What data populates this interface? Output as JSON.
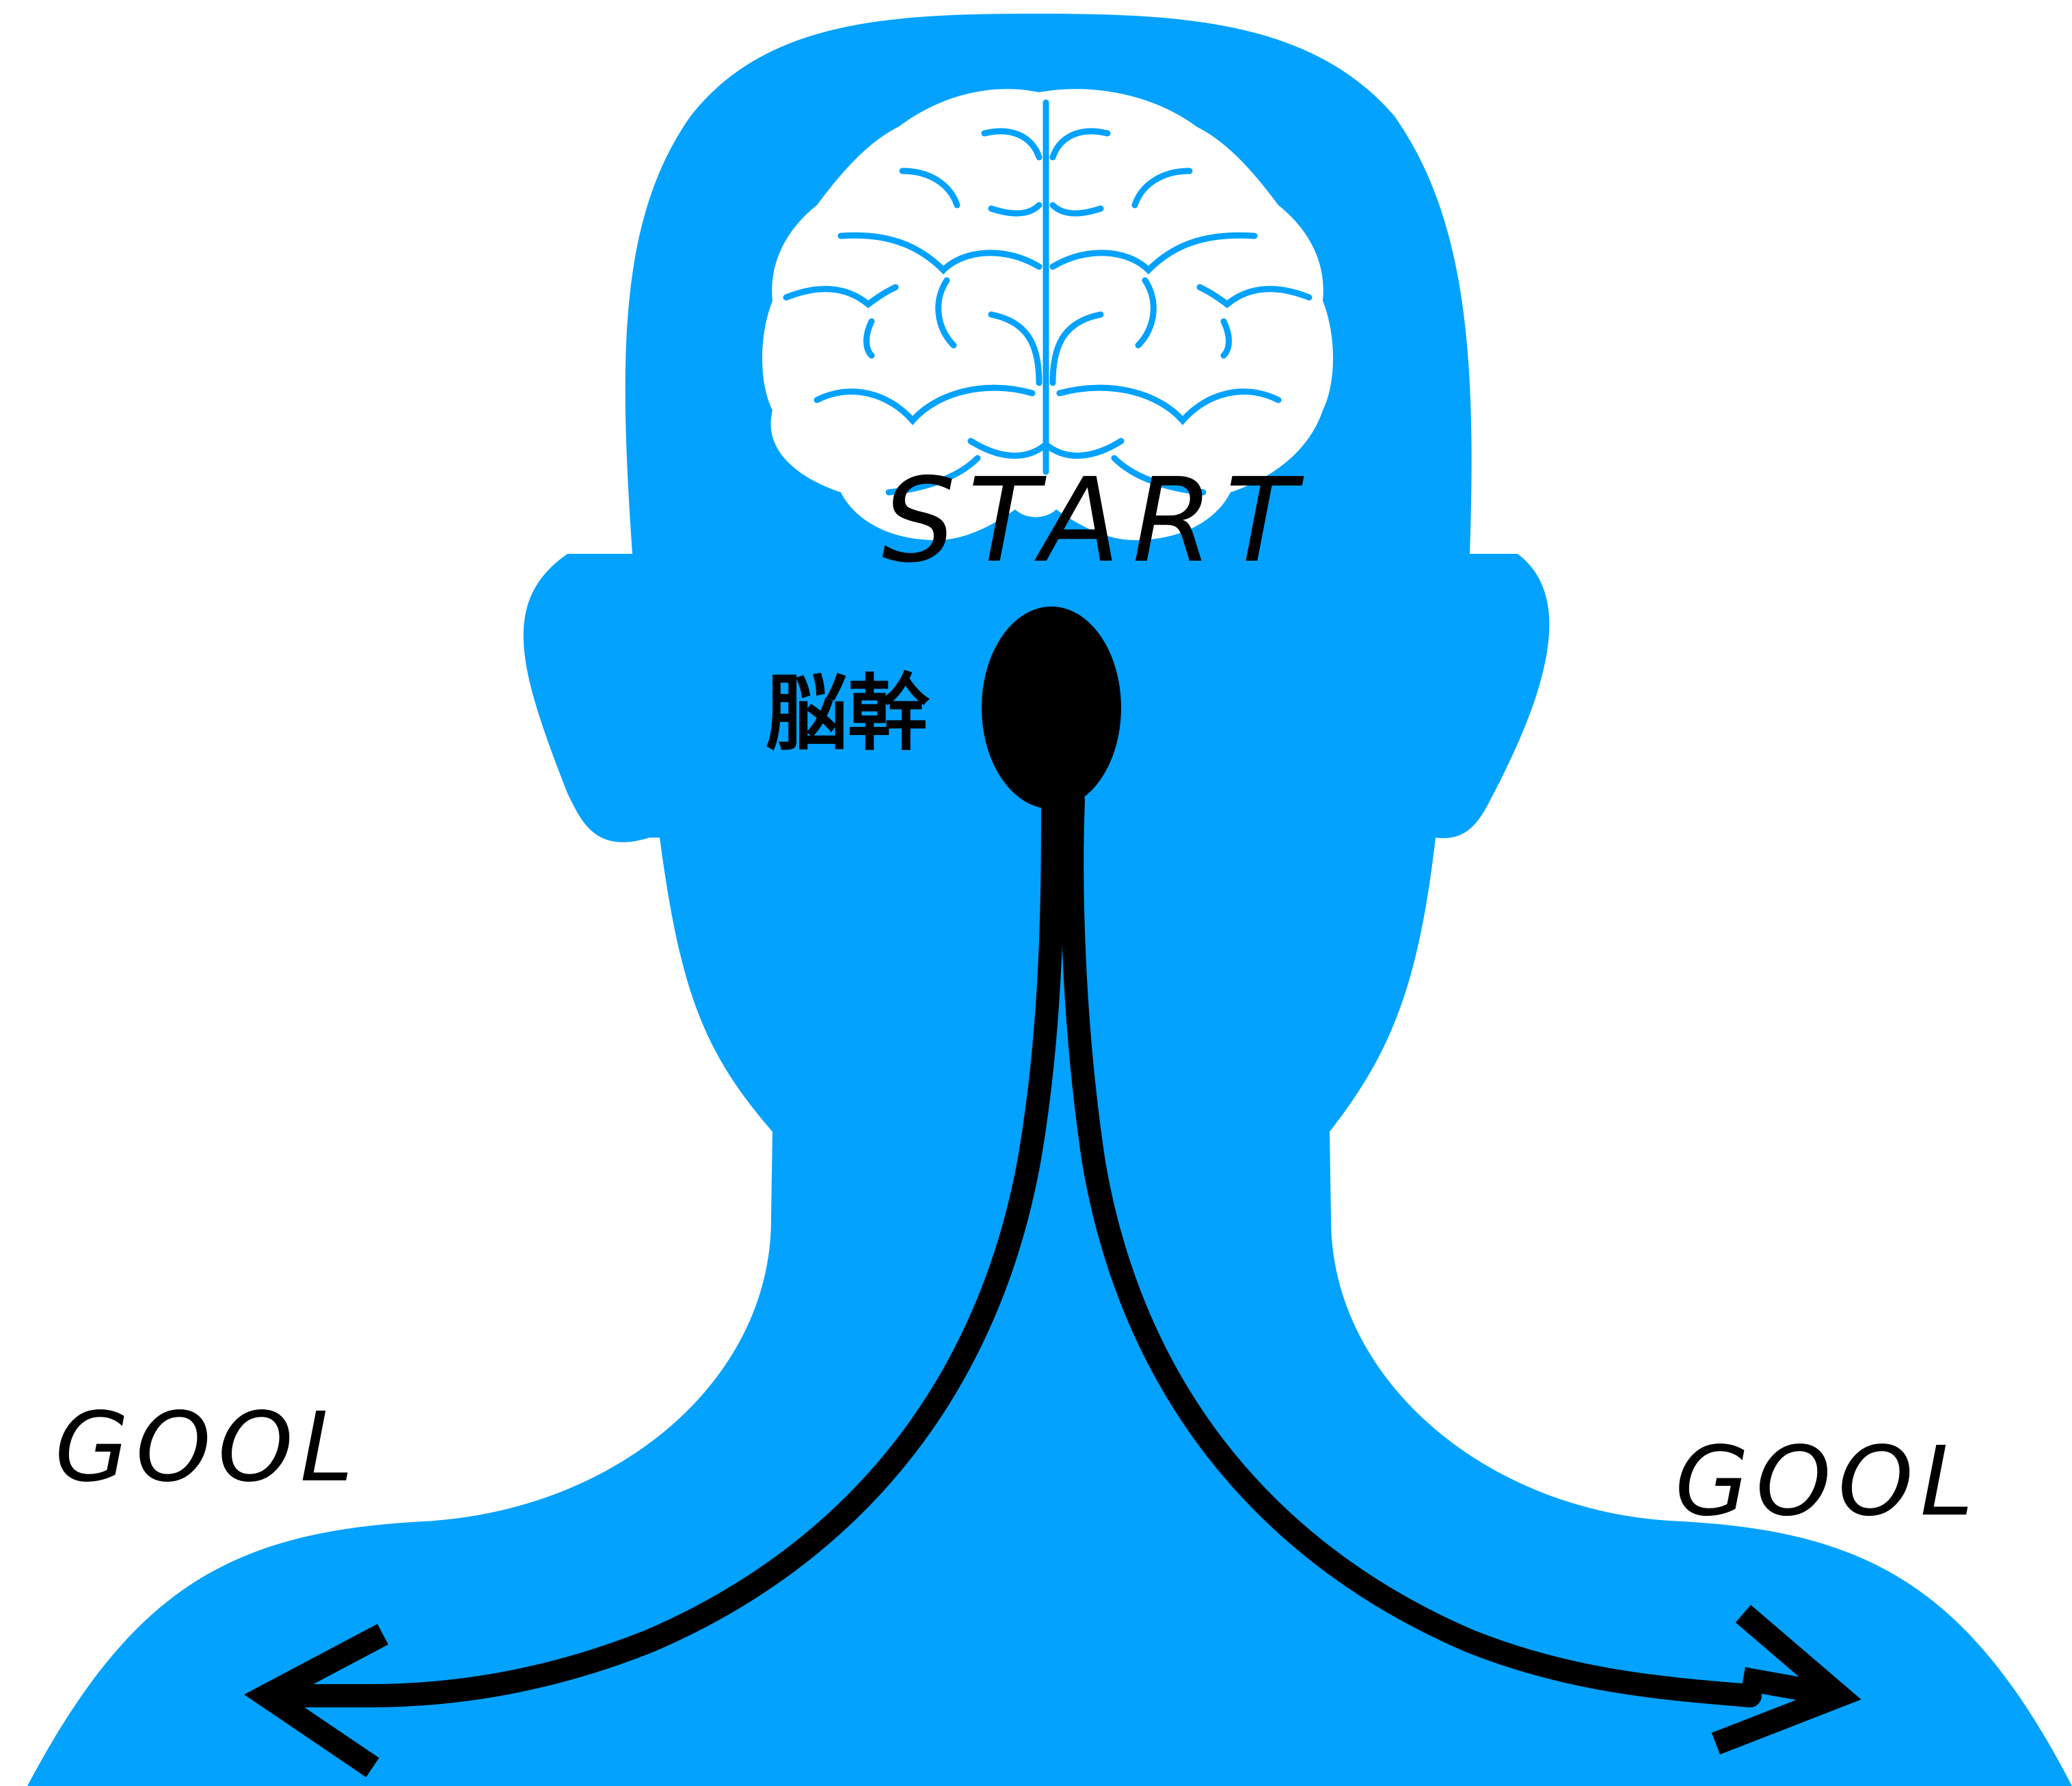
{
  "labels": {
    "start": "START",
    "brainstem": "脳幹",
    "goal_left": "GOOL",
    "goal_right": "GOOL"
  },
  "colors": {
    "body": "#02A2FE",
    "brain": "#FFFFFF",
    "stroke": "#000000",
    "background": "#FFFFFF"
  },
  "icons": {
    "brain": "brain-icon",
    "arrow_left": "arrow-left-icon",
    "arrow_right": "arrow-right-icon"
  }
}
